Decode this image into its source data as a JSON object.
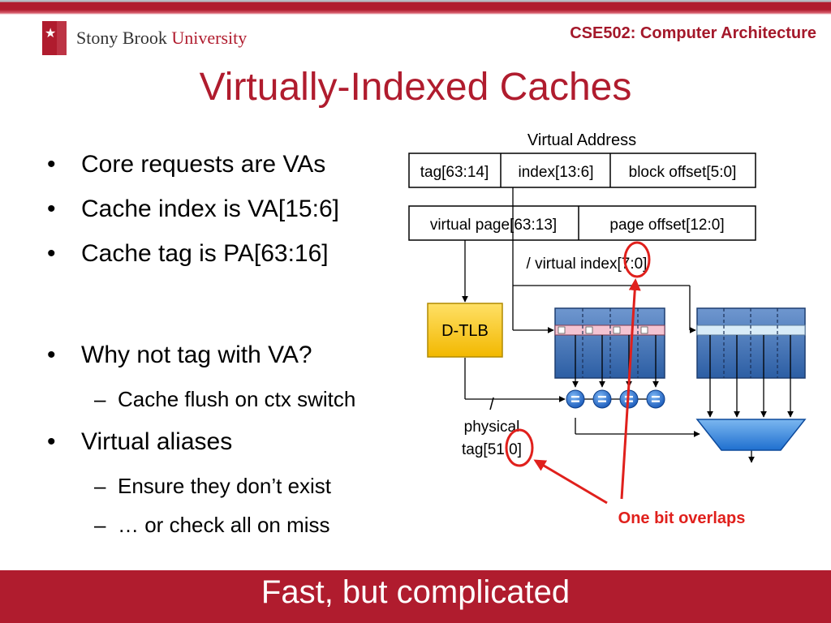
{
  "header": {
    "logo_name": "Stony Brook",
    "logo_university": "University",
    "logo_icon": "star-icon",
    "course": "CSE502: Computer Architecture"
  },
  "slide": {
    "title": "Virtually-Indexed Caches",
    "bullets": [
      "Core requests are VAs",
      "Cache index is VA[15:6]",
      "Cache tag is PA[63:16]",
      "Why not tag with VA?",
      "Cache flush on ctx switch",
      "Virtual aliases",
      "Ensure they don’t exist",
      "… or check all on miss"
    ],
    "bullet_symbol": "•",
    "dash_symbol": "–"
  },
  "diagram": {
    "virtual_address_label": "Virtual Address",
    "va_fields": [
      "tag[63:14]",
      "index[13:6]",
      "block offset[5:0]"
    ],
    "page_fields": [
      "virtual page[63:13]",
      "page offset[12:0]"
    ],
    "virtual_index_label": "/ virtual index[7:0]",
    "tlb_label": "D-TLB",
    "slash": "/",
    "physical_label": "physical",
    "physical_tag_label": "tag[51:0]",
    "compare_symbol": "=",
    "annotation": "One bit overlaps",
    "colors": {
      "tlb_fill": "#f5c400",
      "cache_fill": "#3c6fb3",
      "highlight": "#e0201c",
      "mux_fill": "#2a7fd6"
    }
  },
  "footer": {
    "text": "Fast, but complicated"
  }
}
